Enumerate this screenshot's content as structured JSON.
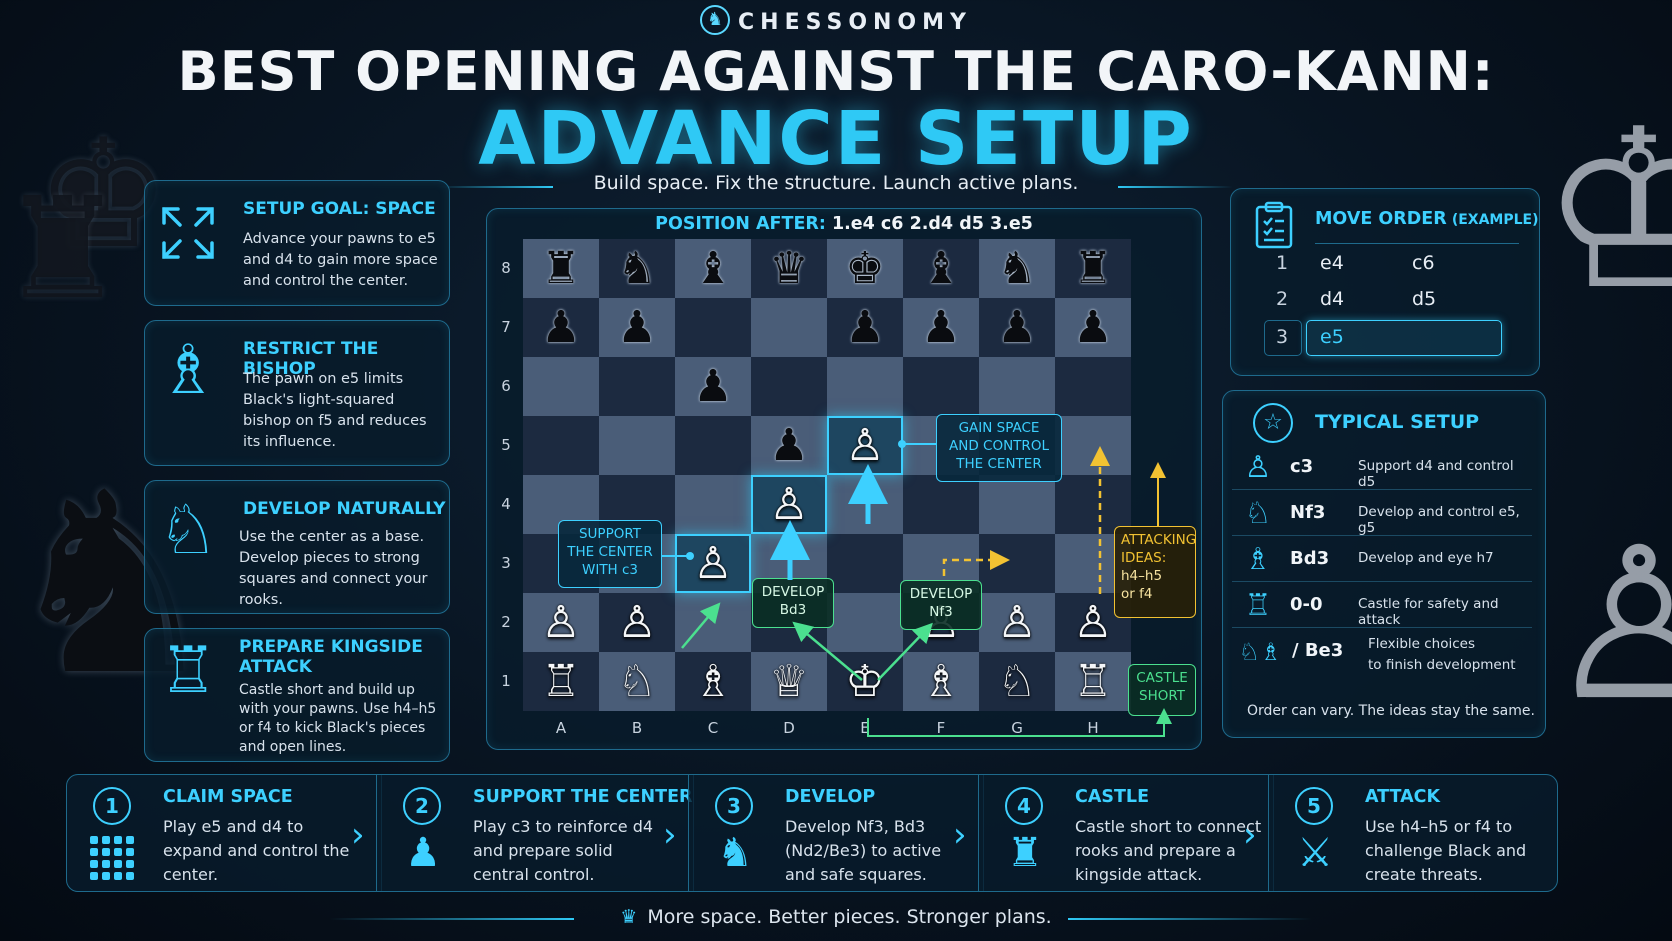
{
  "header": {
    "brand": "CHESSONOMY",
    "title_line1": "BEST OPENING AGAINST THE CARO-KANN:",
    "title_line2": "ADVANCE SETUP",
    "subtitle": "Build space. Fix the structure. Launch active plans."
  },
  "left_cards": [
    {
      "icon": "expand-arrows-icon",
      "title": "SETUP GOAL: SPACE",
      "text": "Advance your pawns to e5 and d4 to gain more space and control the center."
    },
    {
      "icon": "bishop-icon",
      "title": "RESTRICT THE BISHOP",
      "text": "The pawn on e5 limits Black's light-squared bishop on f5 and reduces its influence."
    },
    {
      "icon": "knight-icon",
      "title": "DEVELOP NATURALLY",
      "text": "Use the center as a base. Develop pieces to strong squares and connect your rooks."
    },
    {
      "icon": "rook-icon",
      "title_line1": "PREPARE KINGSIDE",
      "title_line2": "ATTACK",
      "text": "Castle short and build up with your pawns. Use h4–h5 or f4 to kick Black's pieces and open lines."
    }
  ],
  "board": {
    "title_prefix": "POSITION AFTER:",
    "title_moves": "1.e4 c6 2.d4 d5 3.e5",
    "ranks": [
      "8",
      "7",
      "6",
      "5",
      "4",
      "3",
      "2",
      "1"
    ],
    "files": [
      "A",
      "B",
      "C",
      "D",
      "E",
      "F",
      "G",
      "H"
    ],
    "callouts": {
      "support": [
        "SUPPORT",
        "THE CENTER",
        "WITH c3"
      ],
      "gain": [
        "GAIN SPACE",
        "AND CONTROL",
        "THE CENTER"
      ],
      "bd3": [
        "DEVELOP",
        "Bd3"
      ],
      "nf3": [
        "DEVELOP",
        "Nf3"
      ],
      "attack": [
        "ATTACKING",
        "IDEAS:",
        "h4–h5",
        "or f4"
      ],
      "castle": [
        "CASTLE",
        "SHORT"
      ]
    }
  },
  "move_order": {
    "title": "MOVE ORDER",
    "title_note": "(EXAMPLE)",
    "rows": [
      {
        "num": "1",
        "white": "e4",
        "black": "c6"
      },
      {
        "num": "2",
        "white": "d4",
        "black": "d5"
      },
      {
        "num": "3",
        "white": "e5",
        "black": ""
      }
    ]
  },
  "typical_setup": {
    "title": "TYPICAL SETUP",
    "rows": [
      {
        "icon": "pawn-icon",
        "move": "c3",
        "desc": "Support d4 and control d5"
      },
      {
        "icon": "knight-icon",
        "move": "Nf3",
        "desc": "Develop and control e5, g5"
      },
      {
        "icon": "bishop-icon",
        "move": "Bd3",
        "desc": "Develop and eye h7"
      },
      {
        "icon": "rook-icon",
        "move": "0-0",
        "desc": "Castle for safety and attack"
      },
      {
        "icon": "knight-bishop-icon",
        "move": "/ Be3",
        "desc_line1": "Flexible choices",
        "desc_line2": "to finish development"
      }
    ],
    "note": "Order can vary. The ideas stay the same."
  },
  "steps": [
    {
      "num": "1",
      "icon": "grid-icon",
      "title": "CLAIM SPACE",
      "text": "Play e5 and d4 to expand and control the center."
    },
    {
      "num": "2",
      "icon": "pawn-icon",
      "title": "SUPPORT THE CENTER",
      "text": "Play c3 to reinforce d4 and prepare solid central control."
    },
    {
      "num": "3",
      "icon": "knight-icon",
      "title": "DEVELOP",
      "text": "Develop Nf3, Bd3 (Nd2/Be3) to active and safe squares."
    },
    {
      "num": "4",
      "icon": "rook-icon",
      "title": "CASTLE",
      "text": "Castle short to connect rooks and prepare a kingside attack."
    },
    {
      "num": "5",
      "icon": "crossed-swords-icon",
      "title": "ATTACK",
      "text": "Use h4–h5 or f4 to challenge Black and create threats."
    }
  ],
  "footer": "More space. Better pieces. Stronger plans.",
  "colors": {
    "accent": "#2fc9f5",
    "green": "#4be08f",
    "yellow": "#f2c232",
    "background": "#081421"
  }
}
